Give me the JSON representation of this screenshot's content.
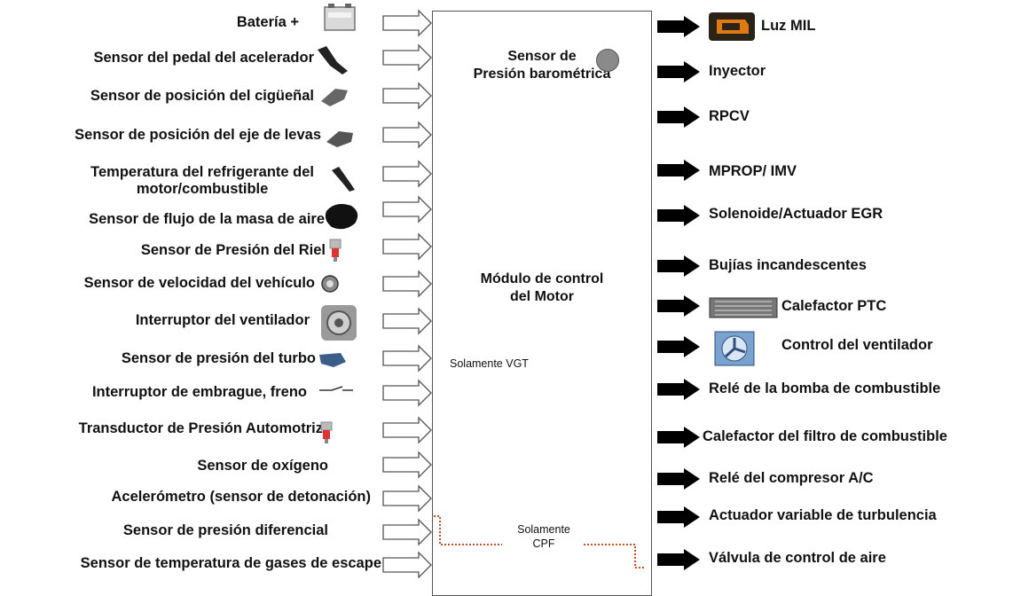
{
  "ecu": {
    "title_line1": "Módulo de control",
    "title_line2": "del Motor",
    "baro_line1": "Sensor de",
    "baro_line2": "Presión barométrica",
    "vgt_note": "Solamente VGT",
    "cpf_line1": "Solamente",
    "cpf_line2": "CPF"
  },
  "inputs": [
    {
      "label": "Batería +",
      "icon": "battery-icon"
    },
    {
      "label": "Sensor del pedal del acelerador",
      "icon": "accelerator-pedal-sensor-icon"
    },
    {
      "label": "Sensor de posición del cigüeñal",
      "icon": "crankshaft-sensor-icon"
    },
    {
      "label": "Sensor de posición del eje de levas",
      "icon": "camshaft-sensor-icon"
    },
    {
      "label_line1": "Temperatura del refrigerante del",
      "label_line2": "motor/combustible",
      "icon": "coolant-temp-sensor-icon"
    },
    {
      "label": "Sensor de flujo de la masa de aire",
      "icon": "maf-sensor-icon"
    },
    {
      "label": "Sensor de Presión del Riel",
      "icon": "rail-pressure-sensor-icon"
    },
    {
      "label": "Sensor de velocidad del vehículo",
      "icon": "speed-sensor-icon"
    },
    {
      "label": "Interruptor del ventilador",
      "icon": "fan-switch-icon"
    },
    {
      "label": "Sensor de presión del turbo",
      "icon": "turbo-pressure-sensor-icon"
    },
    {
      "label": "Interruptor de embrague, freno",
      "icon": "clutch-brake-switch-icon"
    },
    {
      "label": "Transductor de Presión Automotriz",
      "icon": "pressure-transducer-icon"
    },
    {
      "label": "Sensor de oxígeno",
      "icon": ""
    },
    {
      "label": "Acelerómetro (sensor de detonación)",
      "icon": ""
    },
    {
      "label": "Sensor de presión diferencial",
      "icon": ""
    },
    {
      "label": "Sensor de temperatura de gases de escape",
      "icon": ""
    }
  ],
  "outputs": [
    {
      "label": "Luz MIL",
      "icon": "check-engine-light-icon"
    },
    {
      "label": "Inyector",
      "icon": ""
    },
    {
      "label": "RPCV",
      "icon": ""
    },
    {
      "label": "MPROP/ IMV",
      "icon": ""
    },
    {
      "label": "Solenoide/Actuador EGR",
      "icon": ""
    },
    {
      "label": "Bujías incandescentes",
      "icon": ""
    },
    {
      "label": "Calefactor PTC",
      "icon": "ptc-heater-icon"
    },
    {
      "label": "Control del ventilador",
      "icon": "radiator-fan-icon"
    },
    {
      "label": "Relé de la bomba de combustible",
      "icon": ""
    },
    {
      "label": "Calefactor del filtro de combustible",
      "icon": ""
    },
    {
      "label": "Relé del compresor A/C",
      "icon": ""
    },
    {
      "label": "Actuador variable de turbulencia",
      "icon": ""
    },
    {
      "label": "Válvula de control de aire",
      "icon": ""
    }
  ],
  "colors": {
    "arrow_fill": "#000000",
    "outline": "#555555",
    "dotted_line": "#c0502a",
    "mil_icon": "#e07a10"
  }
}
